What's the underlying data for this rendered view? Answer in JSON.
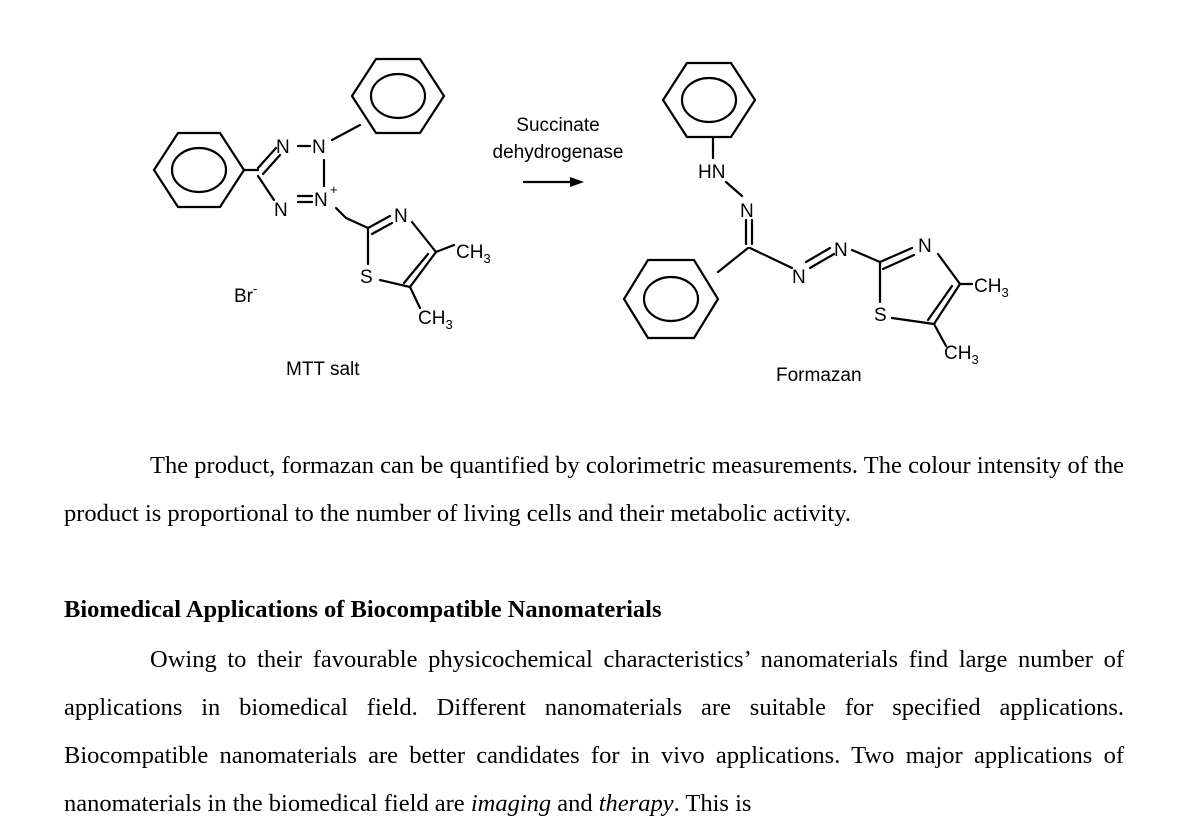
{
  "scheme": {
    "reactant": {
      "atoms": {
        "n1": "N",
        "n2": "N",
        "n3": "N",
        "n4": "N",
        "n4_charge": "+",
        "n_thiazole": "N",
        "s_thiazole": "S",
        "methyl_a": "CH",
        "methyl_a_sub": "3",
        "methyl_b": "CH",
        "methyl_b_sub": "3",
        "counterion": "Br",
        "counterion_charge": "-"
      },
      "caption": "MTT salt"
    },
    "arrow": {
      "line1": "Succinate",
      "line2": "dehydrogenase"
    },
    "product": {
      "atoms": {
        "hn": "HN",
        "n_a": "N",
        "n_b": "N",
        "n_c": "N",
        "n_thiazole": "N",
        "s_thiazole": "S",
        "methyl_a": "CH",
        "methyl_a_sub": "3",
        "methyl_b": "CH",
        "methyl_b_sub": "3"
      },
      "caption": "Formazan"
    }
  },
  "paragraph1": "The product, formazan can be quantified by colorimetric measurements. The colour intensity of the product is proportional to the number of living cells and their metabolic activity.",
  "heading": "Biomedical Applications of Biocompatible Nanomaterials",
  "paragraph2": {
    "text_start": "Owing to their favourable physicochemical characteristics’ nanomaterials find large number of applications in biomedical field. Different nanomaterials are suitable for specified applications. Biocompatible nanomaterials are better candidates for in vivo applications. Two major applications of nanomaterials in the biomedical field are ",
    "emph1": "imaging",
    "joiner": " and ",
    "emph2": "therapy",
    "text_end": ". This is"
  }
}
